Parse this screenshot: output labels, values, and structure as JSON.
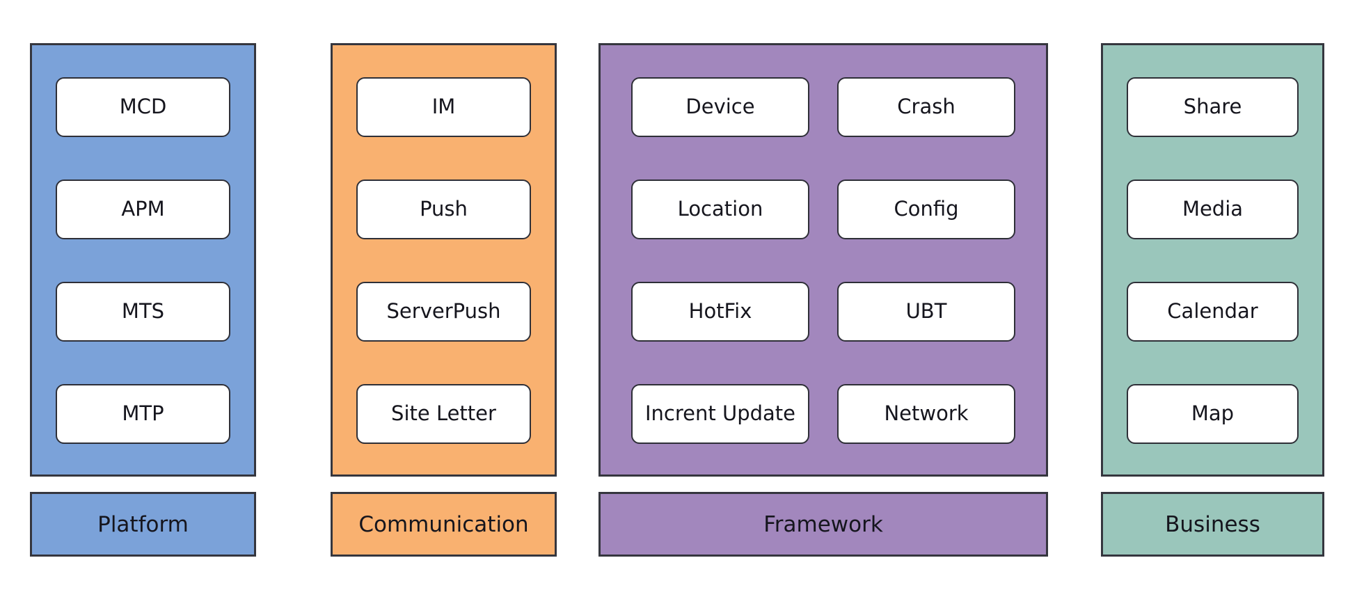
{
  "diagram": {
    "title_hint": "mobile app architecture layers",
    "border_color": "#35363e",
    "text_color": "#15151d",
    "node_fill": "#ffffff",
    "columns": [
      {
        "id": "platform",
        "label": "Platform",
        "color": "#7ba2d9",
        "items": [
          "MCD",
          "APM",
          "MTS",
          "MTP"
        ]
      },
      {
        "id": "communication",
        "label": "Communication",
        "color": "#f9b170",
        "items": [
          "IM",
          "Push",
          "ServerPush",
          "Site Letter"
        ]
      },
      {
        "id": "framework",
        "label": "Framework",
        "color": "#a287bd",
        "items": [
          "Device",
          "Crash",
          "Location",
          "Config",
          "HotFix",
          "UBT",
          "Incrent Update",
          "Network"
        ]
      },
      {
        "id": "business",
        "label": "Business",
        "color": "#9ac6bb",
        "items": [
          "Share",
          "Media",
          "Calendar",
          "Map"
        ]
      }
    ]
  }
}
